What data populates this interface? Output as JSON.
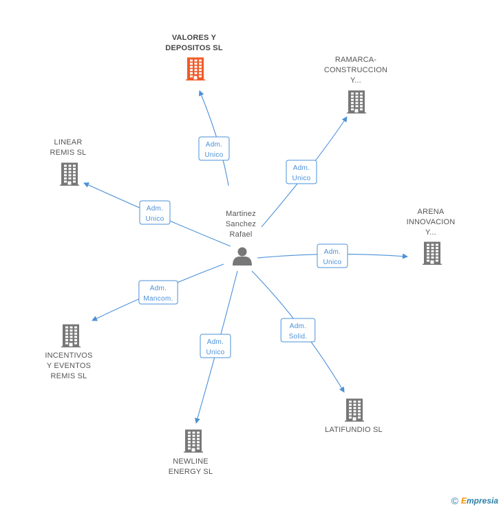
{
  "colors": {
    "edge": "#4a90d9",
    "building": "#777777",
    "building_highlight": "#f05a28",
    "person": "#777777",
    "label": "#555555"
  },
  "center": {
    "name_lines": [
      "Martinez",
      "Sanchez",
      "Rafael"
    ],
    "icon": "person-icon"
  },
  "companies": [
    {
      "id": "valores",
      "name_lines": [
        "VALORES Y",
        "DEPOSITOS SL"
      ],
      "highlight": true,
      "role_lines": [
        "Adm.",
        "Unico"
      ],
      "icon": "building-icon"
    },
    {
      "id": "ramarca",
      "name_lines": [
        "RAMARCA-",
        "CONSTRUCCION",
        "Y..."
      ],
      "highlight": false,
      "role_lines": [
        "Adm.",
        "Unico"
      ],
      "icon": "building-icon"
    },
    {
      "id": "linear",
      "name_lines": [
        "LINEAR",
        "REMIS SL"
      ],
      "highlight": false,
      "role_lines": [
        "Adm.",
        "Unico"
      ],
      "icon": "building-icon"
    },
    {
      "id": "arena",
      "name_lines": [
        "ARENA",
        "INNOVACION",
        "Y..."
      ],
      "highlight": false,
      "role_lines": [
        "Adm.",
        "Unico"
      ],
      "icon": "building-icon"
    },
    {
      "id": "incentivos",
      "name_lines": [
        "INCENTIVOS",
        "Y EVENTOS",
        "REMIS SL"
      ],
      "highlight": false,
      "role_lines": [
        "Adm.",
        "Mancom."
      ],
      "icon": "building-icon"
    },
    {
      "id": "latifundio",
      "name_lines": [
        "LATIFUNDIO SL"
      ],
      "highlight": false,
      "role_lines": [
        "Adm.",
        "Solid."
      ],
      "icon": "building-icon"
    },
    {
      "id": "newline",
      "name_lines": [
        "NEWLINE",
        "ENERGY SL"
      ],
      "highlight": false,
      "role_lines": [
        "Adm.",
        "Unico"
      ],
      "icon": "building-icon"
    }
  ],
  "footer": {
    "copyright_symbol": "©",
    "brand_initial": "E",
    "brand_rest": "mpresia"
  }
}
